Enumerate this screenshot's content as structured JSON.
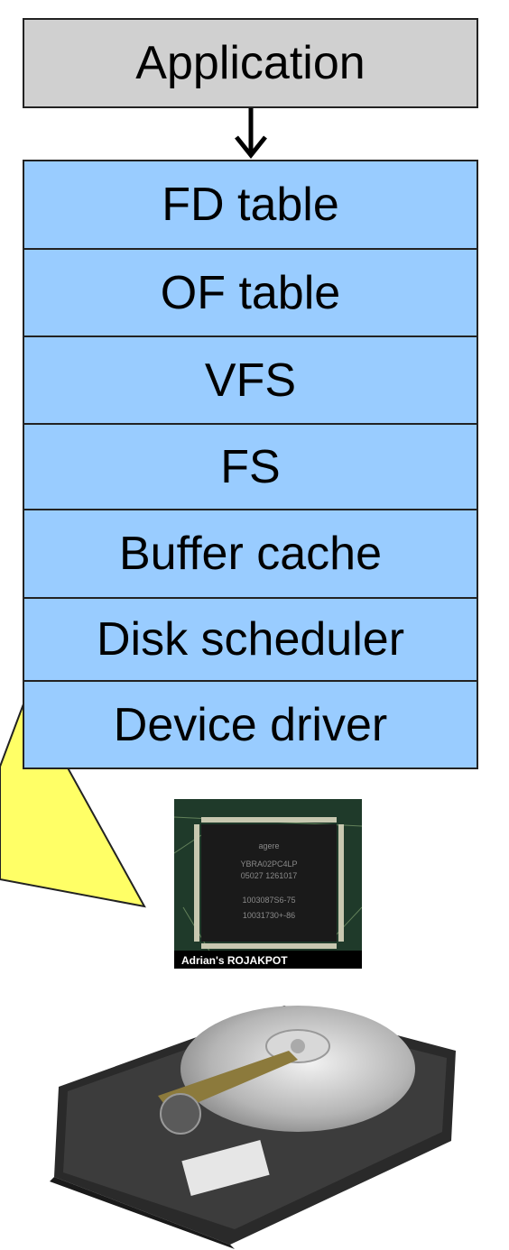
{
  "application": {
    "label": "Application"
  },
  "layers": [
    {
      "label": "FD table"
    },
    {
      "label": "OF table"
    },
    {
      "label": "VFS"
    },
    {
      "label": "FS"
    },
    {
      "label": "Buffer cache"
    },
    {
      "label": "Disk scheduler"
    },
    {
      "label": "Device driver"
    }
  ],
  "chip_photo": {
    "watermark": "Adrian's ROJAKPOT"
  },
  "colors": {
    "application_fill": "#d0d0d0",
    "stack_fill": "#99ccff",
    "callout_fill": "#ffff66",
    "border": "#222222"
  }
}
